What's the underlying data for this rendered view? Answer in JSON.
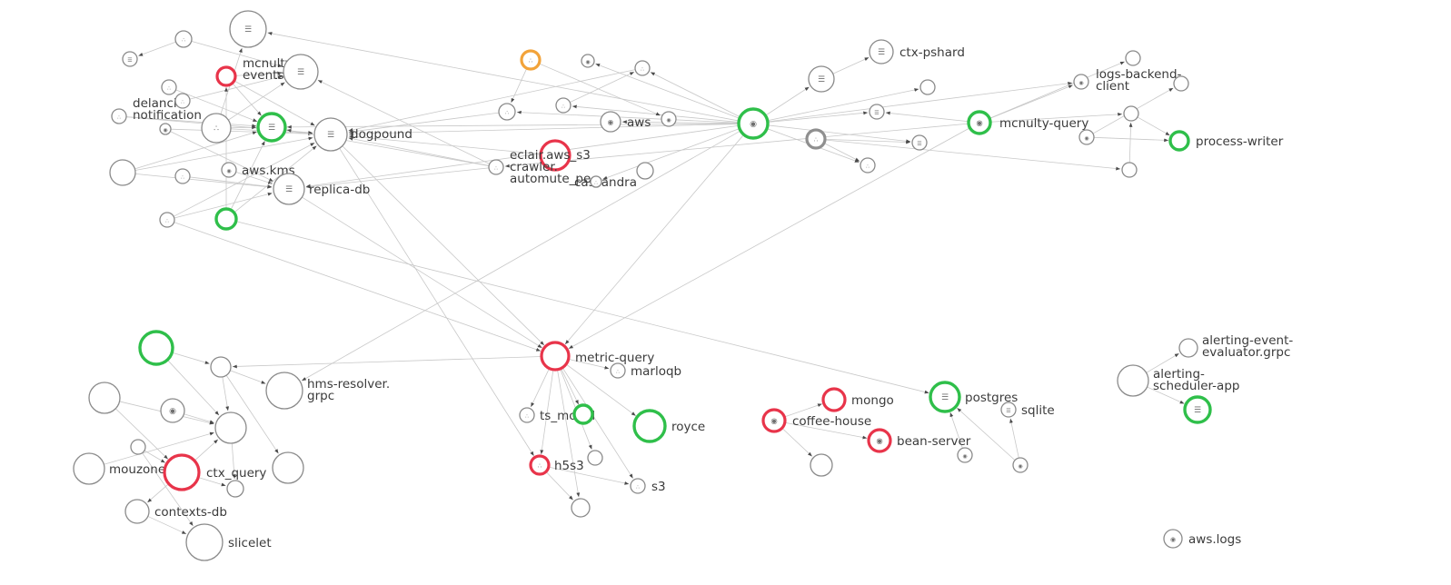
{
  "graph": {
    "icons": {
      "db": "database-icon",
      "svc": "service-icon",
      "ep": "endpoint-icon"
    },
    "colors": {
      "edge": "#c8c8c8",
      "node_default": "#8a8a8a",
      "status_error": "#e8344a",
      "status_ok": "#2fbf4a",
      "status_warn": "#f2a33a",
      "label": "#3b3b3b"
    },
    "nodes": [
      {
        "id": "n_top_db",
        "icon": "db"
      },
      {
        "id": "n_svc_a",
        "icon": "svc"
      },
      {
        "id": "n_db_small",
        "icon": "db"
      },
      {
        "id": "n_mcnulty_events",
        "label": [
          "mcnulty-",
          "events"
        ],
        "status": "error"
      },
      {
        "id": "n_svc_b",
        "icon": "svc"
      },
      {
        "id": "n_big_circle_a",
        "icon": "db"
      },
      {
        "id": "n_delancie",
        "label": [
          "delancie-",
          "notification"
        ],
        "icon": "svc"
      },
      {
        "id": "n_svc_c",
        "icon": "svc"
      },
      {
        "id": "n_ep_a",
        "icon": "ep"
      },
      {
        "id": "n_svc_d",
        "icon": "svc"
      },
      {
        "id": "n_green_db",
        "icon": "db",
        "status": "ok"
      },
      {
        "id": "n_dogpound",
        "label": [
          "dogpound"
        ],
        "icon": "db"
      },
      {
        "id": "n_empty_a"
      },
      {
        "id": "n_svc_e",
        "icon": "svc"
      },
      {
        "id": "n_aws_kms",
        "label": [
          "aws.kms"
        ],
        "icon": "ep"
      },
      {
        "id": "n_replica_db",
        "label": [
          "replica-db"
        ],
        "icon": "db"
      },
      {
        "id": "n_svc_f",
        "icon": "svc"
      },
      {
        "id": "n_green_a",
        "status": "ok"
      },
      {
        "id": "n_orange",
        "icon": "svc",
        "status": "warn"
      },
      {
        "id": "n_ep_b",
        "icon": "ep"
      },
      {
        "id": "n_svc_g",
        "icon": "svc"
      },
      {
        "id": "n_svc_h",
        "icon": "svc"
      },
      {
        "id": "n_svc_i",
        "icon": "svc"
      },
      {
        "id": "n_aws",
        "label": [
          "aws"
        ],
        "icon": "ep"
      },
      {
        "id": "n_ep_c",
        "icon": "ep"
      },
      {
        "id": "n_eclair",
        "label": [
          "eclair.aws_s3",
          "crawler.",
          "automute_pe..."
        ],
        "status": "error"
      },
      {
        "id": "n_cassandra",
        "label": [
          "cassandra"
        ]
      },
      {
        "id": "n_svc_j",
        "icon": "svc"
      },
      {
        "id": "n_small_a",
        "icon": "svc"
      },
      {
        "id": "n_empty_b"
      },
      {
        "id": "n_hub",
        "icon": "ep",
        "status": "ok"
      },
      {
        "id": "n_ctx_pshard",
        "label": [
          "ctx-pshard"
        ],
        "icon": "db"
      },
      {
        "id": "n_db_b",
        "icon": "db"
      },
      {
        "id": "n_db_c",
        "icon": "db"
      },
      {
        "id": "n_empty_c"
      },
      {
        "id": "n_dark_svc",
        "icon": "svc",
        "status": "dark"
      },
      {
        "id": "n_db_d",
        "icon": "db"
      },
      {
        "id": "n_svc_k",
        "icon": "svc"
      },
      {
        "id": "n_mcnulty_query",
        "label": [
          "mcnulty-query"
        ],
        "icon": "ep",
        "status": "ok"
      },
      {
        "id": "n_logs_backend",
        "label": [
          "logs-backend-",
          "client"
        ],
        "icon": "ep"
      },
      {
        "id": "n_empty_d"
      },
      {
        "id": "n_empty_e"
      },
      {
        "id": "n_empty_f"
      },
      {
        "id": "n_ep_d",
        "icon": "ep"
      },
      {
        "id": "n_process_writer",
        "label": [
          "process-writer"
        ],
        "status": "ok"
      },
      {
        "id": "n_empty_g"
      },
      {
        "id": "n_metric_query",
        "label": [
          "metric-query"
        ],
        "status": "error"
      },
      {
        "id": "n_marloqb",
        "label": [
          "marloqb"
        ],
        "icon": "svc"
      },
      {
        "id": "n_green_big",
        "status": "ok"
      },
      {
        "id": "n_empty_h"
      },
      {
        "id": "n_hms_resolver",
        "label": [
          "hms-resolver.",
          "grpc"
        ]
      },
      {
        "id": "n_empty_i"
      },
      {
        "id": "n_ep_e",
        "icon": "ep"
      },
      {
        "id": "n_empty_j"
      },
      {
        "id": "n_empty_k"
      },
      {
        "id": "n_empty_l"
      },
      {
        "id": "n_mouzone",
        "label": [
          "mouzone"
        ]
      },
      {
        "id": "n_ctx_query",
        "label": [
          "ctx_query"
        ],
        "status": "error"
      },
      {
        "id": "n_empty_m"
      },
      {
        "id": "n_contexts_db",
        "label": [
          "contexts-db"
        ]
      },
      {
        "id": "n_slicelet",
        "label": [
          "slicelet"
        ]
      },
      {
        "id": "n_ts_model",
        "label": [
          "ts_model"
        ],
        "icon": "svc"
      },
      {
        "id": "n_green_small",
        "status": "ok"
      },
      {
        "id": "n_royce",
        "label": [
          "royce"
        ],
        "status": "ok"
      },
      {
        "id": "n_empty_n"
      },
      {
        "id": "n_h5s3",
        "label": [
          "h5s3"
        ],
        "icon": "svc",
        "status": "error"
      },
      {
        "id": "n_s3",
        "label": [
          "s3"
        ],
        "icon": "svc"
      },
      {
        "id": "n_empty_o"
      },
      {
        "id": "n_mongo",
        "label": [
          "mongo"
        ],
        "status": "error"
      },
      {
        "id": "n_coffee_house",
        "label": [
          "coffee-house"
        ],
        "icon": "ep",
        "status": "error"
      },
      {
        "id": "n_bean_server",
        "label": [
          "bean-server"
        ],
        "icon": "ep",
        "status": "error"
      },
      {
        "id": "n_empty_p"
      },
      {
        "id": "n_ep_f",
        "icon": "ep"
      },
      {
        "id": "n_postgres",
        "label": [
          "postgres"
        ],
        "icon": "db",
        "status": "ok"
      },
      {
        "id": "n_sqlite",
        "label": [
          "sqlite"
        ],
        "icon": "db"
      },
      {
        "id": "n_ep_g",
        "icon": "ep"
      },
      {
        "id": "n_alerting_event",
        "label": [
          "alerting-event-",
          "evaluator.grpc"
        ]
      },
      {
        "id": "n_alerting_scheduler",
        "label": [
          "alerting-",
          "scheduler-app"
        ]
      },
      {
        "id": "n_green_db_b",
        "icon": "db",
        "status": "ok"
      },
      {
        "id": "n_aws_logs",
        "label": [
          "aws.logs"
        ],
        "icon": "ep"
      }
    ],
    "edges": [
      [
        "n_svc_a",
        "n_db_small"
      ],
      [
        "n_svc_a",
        "n_big_circle_a"
      ],
      [
        "n_mcnulty_events",
        "n_green_db"
      ],
      [
        "n_mcnulty_events",
        "n_dogpound"
      ],
      [
        "n_mcnulty_events",
        "n_big_circle_a"
      ],
      [
        "n_svc_b",
        "n_green_db"
      ],
      [
        "n_delancie",
        "n_green_db"
      ],
      [
        "n_delancie",
        "n_dogpound"
      ],
      [
        "n_svc_c",
        "n_green_db"
      ],
      [
        "n_svc_c",
        "n_dogpound"
      ],
      [
        "n_svc_c",
        "n_top_db"
      ],
      [
        "n_svc_c",
        "n_big_circle_a"
      ],
      [
        "n_ep_a",
        "n_dogpound"
      ],
      [
        "n_ep_a",
        "n_replica_db"
      ],
      [
        "n_svc_d",
        "n_big_circle_a"
      ],
      [
        "n_empty_a",
        "n_green_db"
      ],
      [
        "n_empty_a",
        "n_replica_db"
      ],
      [
        "n_empty_a",
        "n_dogpound"
      ],
      [
        "n_svc_e",
        "n_replica_db"
      ],
      [
        "n_aws_kms",
        "n_replica_db"
      ],
      [
        "n_svc_f",
        "n_replica_db"
      ],
      [
        "n_svc_f",
        "n_dogpound"
      ],
      [
        "n_green_a",
        "n_green_db"
      ],
      [
        "n_green_a",
        "n_dogpound"
      ],
      [
        "n_green_a",
        "n_mcnulty_events"
      ],
      [
        "n_svc_j",
        "n_dogpound"
      ],
      [
        "n_svc_j",
        "n_replica_db"
      ],
      [
        "n_svc_j",
        "n_big_circle_a"
      ],
      [
        "n_svc_j",
        "n_green_db"
      ],
      [
        "n_svc_g",
        "n_dogpound"
      ],
      [
        "n_eclair",
        "n_dogpound"
      ],
      [
        "n_hub",
        "n_top_db"
      ],
      [
        "n_hub",
        "n_dogpound"
      ],
      [
        "n_hub",
        "n_green_db"
      ],
      [
        "n_hub",
        "n_replica_db"
      ],
      [
        "n_hub",
        "n_db_b"
      ],
      [
        "n_hub",
        "n_db_c"
      ],
      [
        "n_hub",
        "n_empty_c"
      ],
      [
        "n_hub",
        "n_svc_g"
      ],
      [
        "n_hub",
        "n_ep_b"
      ],
      [
        "n_hub",
        "n_aws"
      ],
      [
        "n_hub",
        "n_svc_h"
      ],
      [
        "n_hub",
        "n_svc_i"
      ],
      [
        "n_hub",
        "n_cassandra"
      ],
      [
        "n_hub",
        "n_svc_k"
      ],
      [
        "n_hub",
        "n_db_d"
      ],
      [
        "n_hub",
        "n_metric_query"
      ],
      [
        "n_hub",
        "n_logs_backend"
      ],
      [
        "n_db_b",
        "n_ctx_pshard"
      ],
      [
        "n_mcnulty_query",
        "n_logs_backend"
      ],
      [
        "n_mcnulty_query",
        "n_empty_f"
      ],
      [
        "n_mcnulty_query",
        "n_db_c"
      ],
      [
        "n_mcnulty_query",
        "n_svc_j"
      ],
      [
        "n_mcnulty_query",
        "n_empty_d"
      ],
      [
        "n_ep_d",
        "n_process_writer"
      ],
      [
        "n_ep_d",
        "n_empty_e"
      ],
      [
        "n_empty_g",
        "n_empty_f"
      ],
      [
        "n_empty_f",
        "n_process_writer"
      ],
      [
        "n_dark_svc",
        "n_svc_k"
      ],
      [
        "n_dark_svc",
        "n_db_d"
      ],
      [
        "n_dark_svc",
        "n_empty_g"
      ],
      [
        "n_svc_h",
        "n_svc_g"
      ],
      [
        "n_svc_i",
        "n_dogpound"
      ],
      [
        "n_orange",
        "n_ep_c"
      ],
      [
        "n_orange",
        "n_svc_i"
      ],
      [
        "n_dogpound",
        "n_metric_query"
      ],
      [
        "n_replica_db",
        "n_metric_query"
      ],
      [
        "n_mcnulty_query",
        "n_metric_query"
      ],
      [
        "n_green_a",
        "n_postgres"
      ],
      [
        "n_svc_f",
        "n_metric_query"
      ],
      [
        "n_metric_query",
        "n_empty_h"
      ],
      [
        "n_metric_query",
        "n_ts_model"
      ],
      [
        "n_metric_query",
        "n_green_small"
      ],
      [
        "n_metric_query",
        "n_royce"
      ],
      [
        "n_metric_query",
        "n_h5s3"
      ],
      [
        "n_metric_query",
        "n_s3"
      ],
      [
        "n_metric_query",
        "n_empty_n"
      ],
      [
        "n_metric_query",
        "n_empty_o"
      ],
      [
        "n_metric_query",
        "n_marloqb"
      ],
      [
        "n_h5s3",
        "n_empty_o"
      ],
      [
        "n_h5s3",
        "n_s3"
      ],
      [
        "n_dogpound",
        "n_h5s3"
      ],
      [
        "n_hub",
        "n_hms_resolver"
      ],
      [
        "n_green_big",
        "n_empty_i"
      ],
      [
        "n_green_big",
        "n_empty_h"
      ],
      [
        "n_empty_h",
        "n_empty_i"
      ],
      [
        "n_empty_h",
        "n_hms_resolver"
      ],
      [
        "n_empty_h",
        "n_empty_j"
      ],
      [
        "n_ep_e",
        "n_empty_i"
      ],
      [
        "n_empty_k",
        "n_ctx_query"
      ],
      [
        "n_empty_k",
        "n_empty_i"
      ],
      [
        "n_empty_l",
        "n_ctx_query"
      ],
      [
        "n_ctx_query",
        "n_empty_i"
      ],
      [
        "n_ctx_query",
        "n_empty_m"
      ],
      [
        "n_ctx_query",
        "n_contexts_db"
      ],
      [
        "n_mouzone",
        "n_empty_i"
      ],
      [
        "n_contexts_db",
        "n_slicelet"
      ],
      [
        "n_empty_l",
        "n_slicelet"
      ],
      [
        "n_empty_i",
        "n_empty_m"
      ],
      [
        "n_coffee_house",
        "n_mongo"
      ],
      [
        "n_coffee_house",
        "n_bean_server"
      ],
      [
        "n_coffee_house",
        "n_empty_p"
      ],
      [
        "n_ep_f",
        "n_postgres"
      ],
      [
        "n_ep_g",
        "n_postgres"
      ],
      [
        "n_ep_g",
        "n_sqlite"
      ],
      [
        "n_alerting_scheduler",
        "n_alerting_event"
      ],
      [
        "n_alerting_scheduler",
        "n_green_db_b"
      ]
    ]
  }
}
